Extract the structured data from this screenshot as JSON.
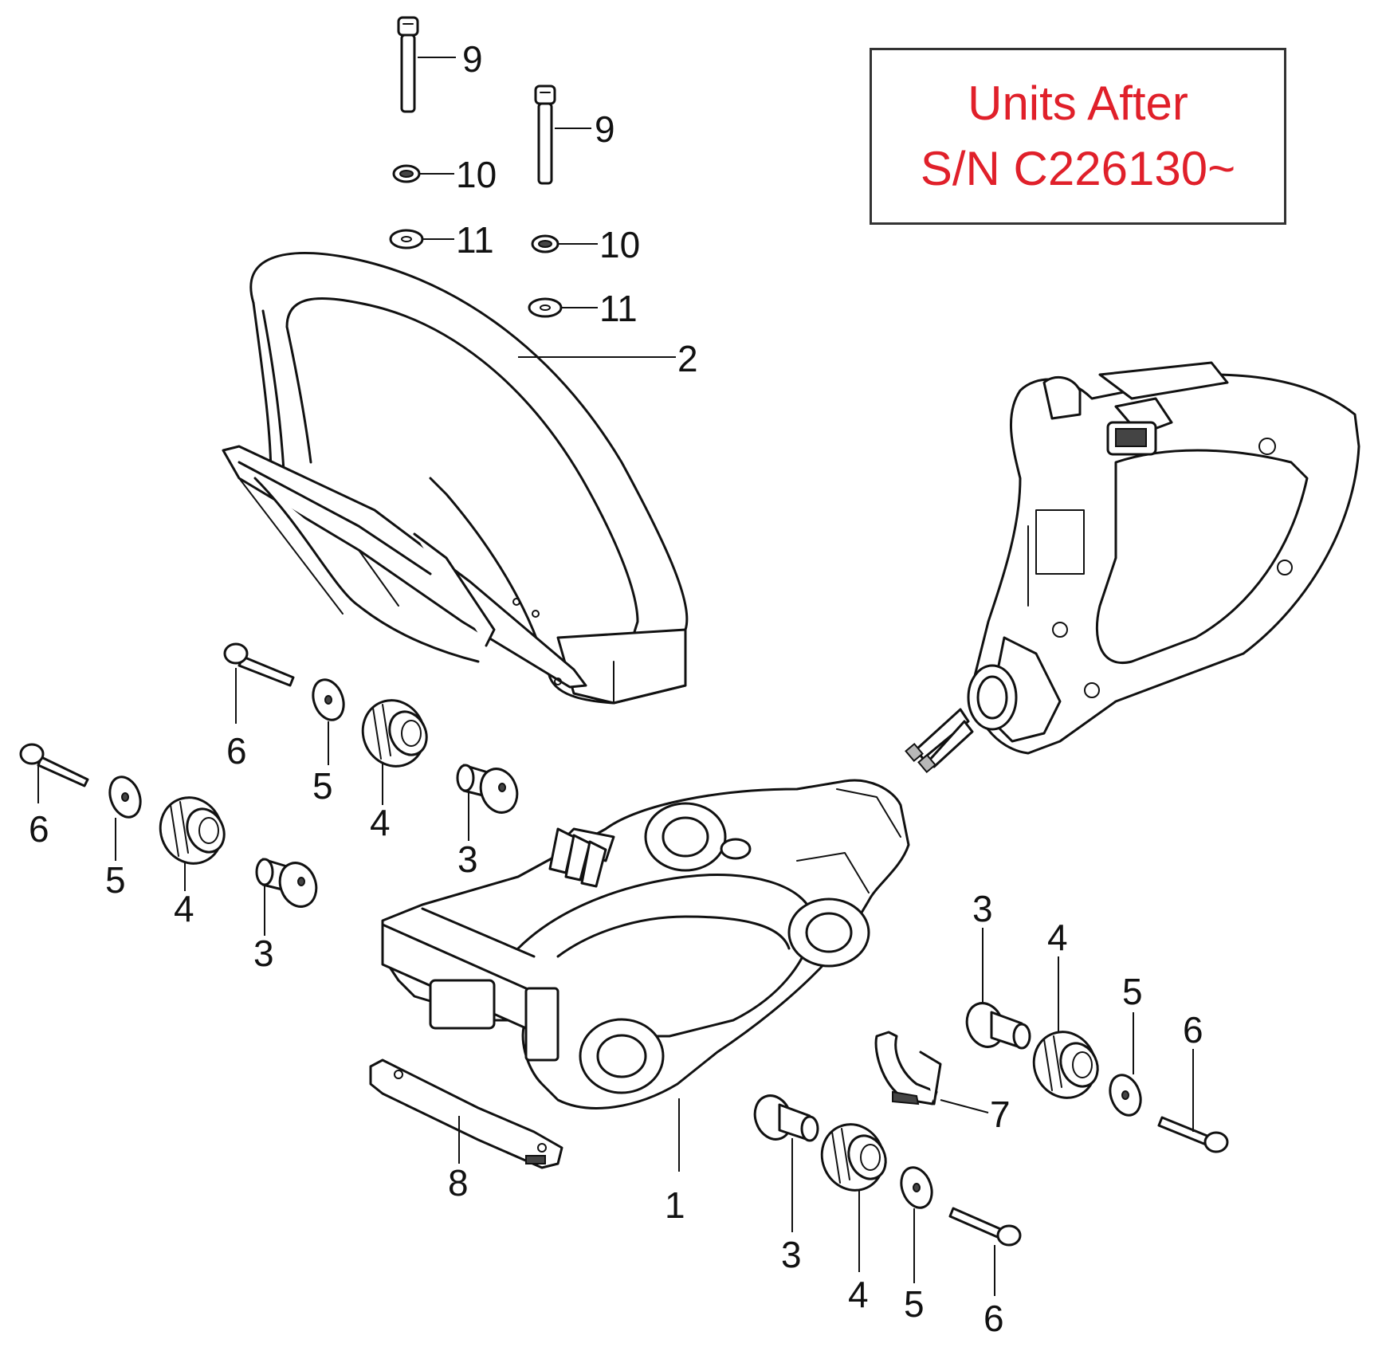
{
  "note": {
    "line1": "Units After",
    "line2": "S/N C226130~",
    "text_color": "#e0202a",
    "border_color": "#333333"
  },
  "callouts": {
    "n1": "1",
    "n2": "2",
    "n3": "3",
    "n4": "4",
    "n5": "5",
    "n6": "6",
    "n7": "7",
    "n8": "8",
    "n9": "9",
    "n10": "10",
    "n11": "11"
  }
}
